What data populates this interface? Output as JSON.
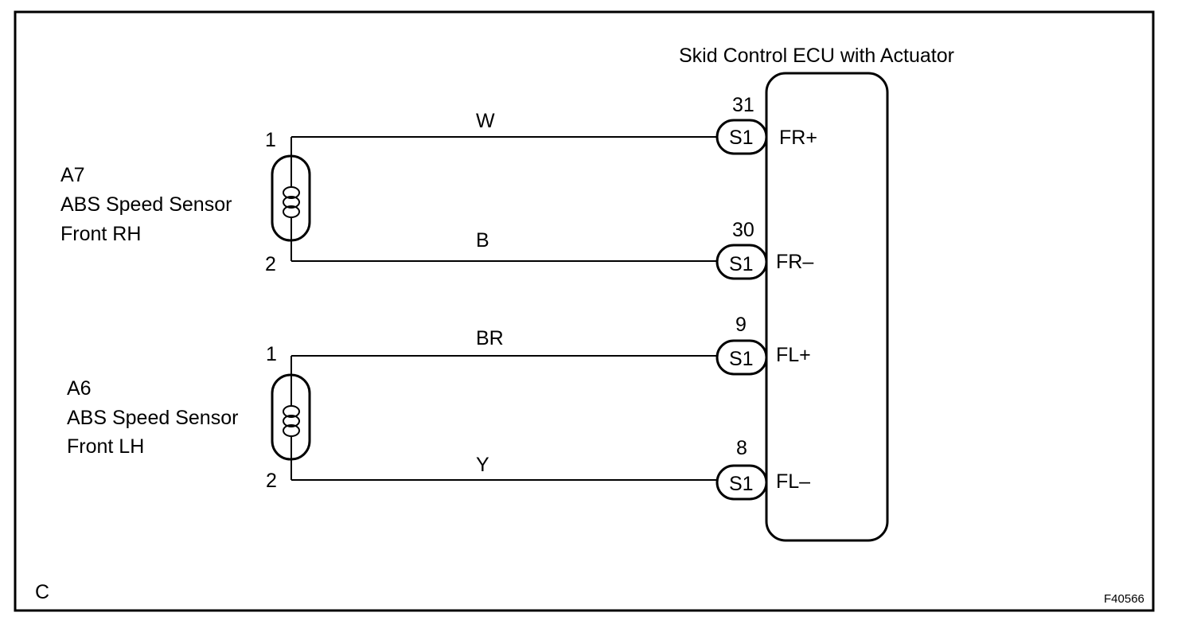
{
  "ecu": {
    "title": "Skid Control ECU with Actuator"
  },
  "sensors": [
    {
      "code": "A7",
      "name": "ABS Speed Sensor",
      "side": "Front RH",
      "pin_top": "1",
      "pin_bottom": "2"
    },
    {
      "code": "A6",
      "name": "ABS Speed Sensor",
      "side": "Front LH",
      "pin_top": "1",
      "pin_bottom": "2"
    }
  ],
  "wires": [
    {
      "color_code": "W",
      "ecu_pin": "31",
      "connector": "S1",
      "terminal": "FR+"
    },
    {
      "color_code": "B",
      "ecu_pin": "30",
      "connector": "S1",
      "terminal": "FR–"
    },
    {
      "color_code": "BR",
      "ecu_pin": "9",
      "connector": "S1",
      "terminal": "FL+"
    },
    {
      "color_code": "Y",
      "ecu_pin": "8",
      "connector": "S1",
      "terminal": "FL–"
    }
  ],
  "corner_letter": "C",
  "figure_id": "F40566"
}
